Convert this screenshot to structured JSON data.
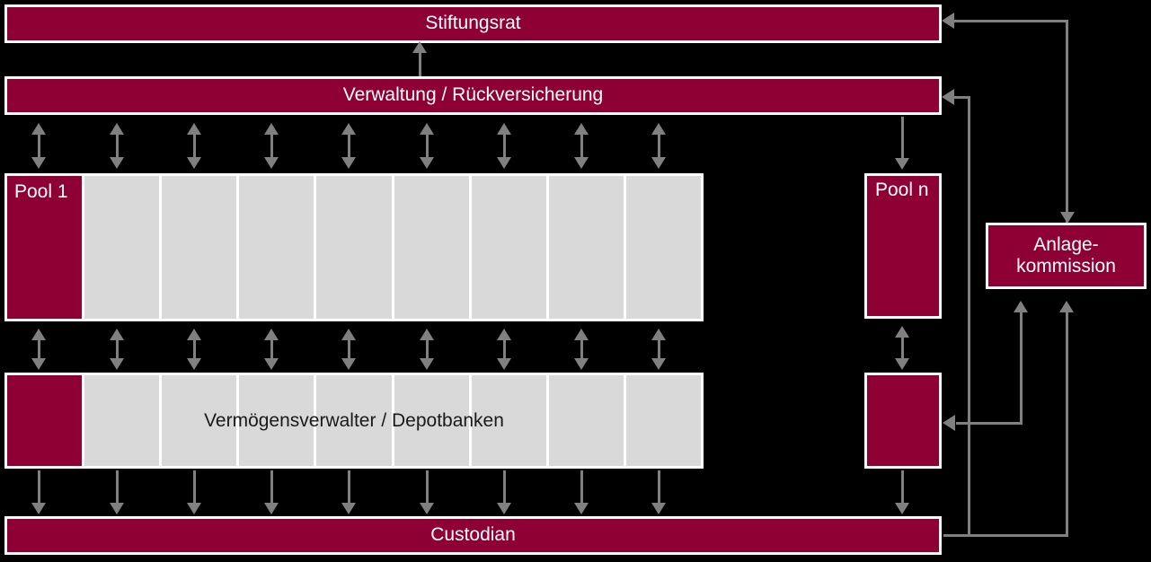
{
  "diagram": {
    "title_text": "Stiftungsrat",
    "background_color": "#000000",
    "accent_color": "#8E0033",
    "cell_color": "#D9D9D9",
    "connector_color": "#808080",
    "border_color": "#FFFFFF"
  },
  "nodes": {
    "stiftungsrat": {
      "label": "Stiftungsrat"
    },
    "verwaltung": {
      "label": "Verwaltung / Rückversicherung"
    },
    "anlagekommission": {
      "label": "Anlage-\nkommission"
    },
    "custodian": {
      "label": "Custodian"
    },
    "pool_n": {
      "label": "Pool n"
    },
    "pool_n_manager": {
      "label": ""
    }
  },
  "pool_row": {
    "first_cell_label": "Pool 1",
    "cell_count": 9,
    "cells": [
      "Pool 1",
      "",
      "",
      "",
      "",
      "",
      "",
      "",
      ""
    ]
  },
  "manager_row": {
    "overlay_label": "Vermögensverwalter / Depotbanken",
    "cell_count": 9,
    "cells": [
      "",
      "",
      "",
      "",
      "",
      "",
      "",
      "",
      ""
    ]
  },
  "connectors": {
    "pool_to_verwaltung": "bidirectional",
    "pool_to_manager": "bidirectional",
    "manager_to_custodian": "downward",
    "verwaltung_to_stiftungsrat": "upward",
    "anlagekommission_to_stiftungsrat": "leftward",
    "custodian_to_verwaltung": "leftward",
    "custodian_to_anlagekommission": "upward",
    "count_columns": 9
  }
}
